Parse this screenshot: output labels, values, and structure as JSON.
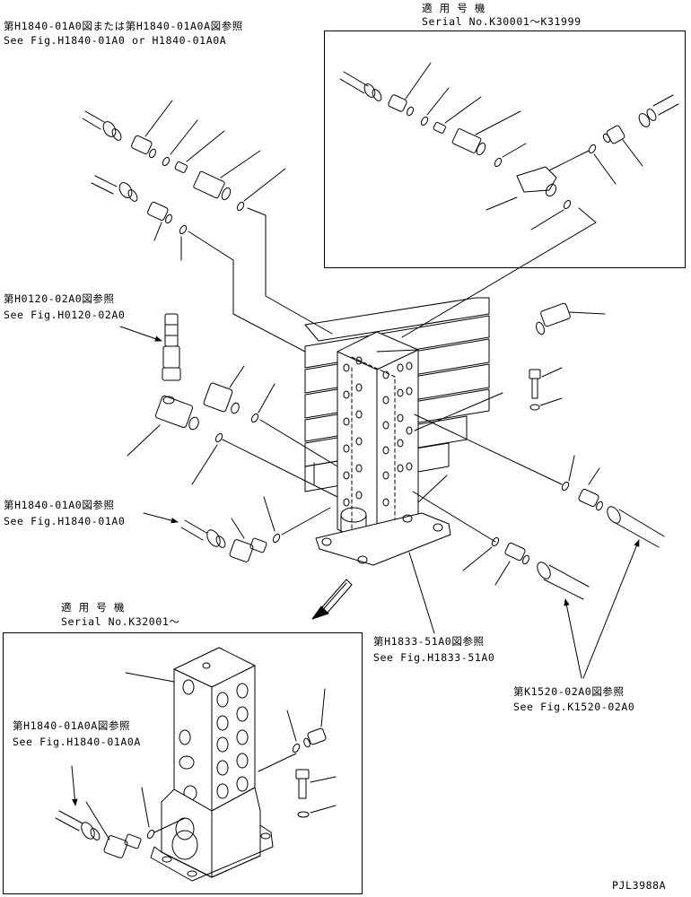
{
  "diagram": {
    "drawing_number": "PJL3988A",
    "inset_top": {
      "title": "適 用 号 機",
      "serial": "Serial No.K30001〜K31999"
    },
    "inset_bottom": {
      "title": "適 用 号 機",
      "serial": "Serial No.K32001〜"
    },
    "references": [
      {
        "jp": "第H1840-01A0図または第H1840-01A0A図参照",
        "en": "See Fig.H1840-01A0 or H1840-01A0A"
      },
      {
        "jp": "第H0120-02A0図参照",
        "en": "See Fig.H0120-02A0"
      },
      {
        "jp": "第H1840-01A0図参照",
        "en": "See Fig.H1840-01A0"
      },
      {
        "jp": "第H1833-51A0図参照",
        "en": "See Fig.H1833-51A0"
      },
      {
        "jp": "第K1520-02A0図参照",
        "en": "See Fig.K1520-02A0"
      },
      {
        "jp": "第H1840-01A0A図参照",
        "en": "See Fig.H1840-01A0A"
      }
    ]
  }
}
